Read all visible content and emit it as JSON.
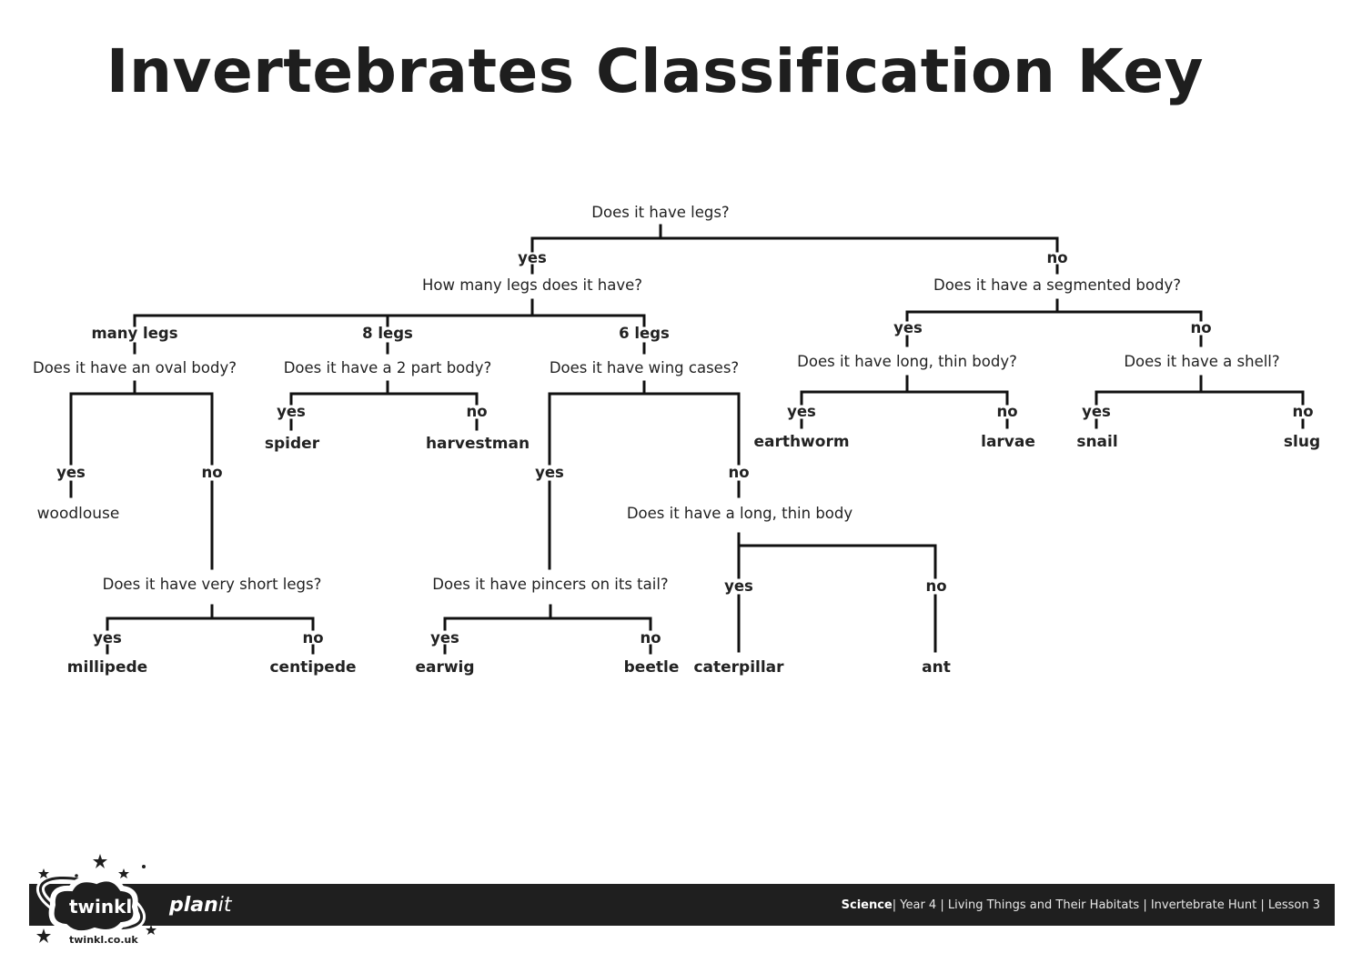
{
  "title": "Invertebrates Classification Key",
  "key": {
    "root_question": "Does it have legs?",
    "yes": "yes",
    "no": "no",
    "legs_question": "How many legs does it have?",
    "branch_many": "many legs",
    "branch_8": "8 legs",
    "branch_6": "6 legs",
    "q_oval": "Does it have an oval body?",
    "q_2part": "Does it have a 2 part body?",
    "q_wing": "Does it have wing cases?",
    "q_short_legs": "Does it have very short legs?",
    "q_pincers": "Does it have pincers on its tail?",
    "q_long_thin_6": "Does it have a long, thin body",
    "q_segmented": "Does it have a segmented body?",
    "q_long_thin": "Does it have long, thin body?",
    "q_shell": "Does it have a shell?",
    "animals": {
      "woodlouse": "woodlouse",
      "millipede": "millipede",
      "centipede": "centipede",
      "spider": "spider",
      "harvestman": "harvestman",
      "earwig": "earwig",
      "beetle": "beetle",
      "caterpillar": "caterpillar",
      "ant": "ant",
      "earthworm": "earthworm",
      "larvae": "larvae",
      "snail": "snail",
      "slug": "slug"
    }
  },
  "footer": {
    "brand": "twinkl",
    "url": "twinkl.co.uk",
    "product_bold": "plan",
    "product_rest": "it",
    "subject": "Science",
    "breadcrumb": "| Year 4 | Living Things and Their Habitats | Invertebrate Hunt | Lesson 3"
  }
}
